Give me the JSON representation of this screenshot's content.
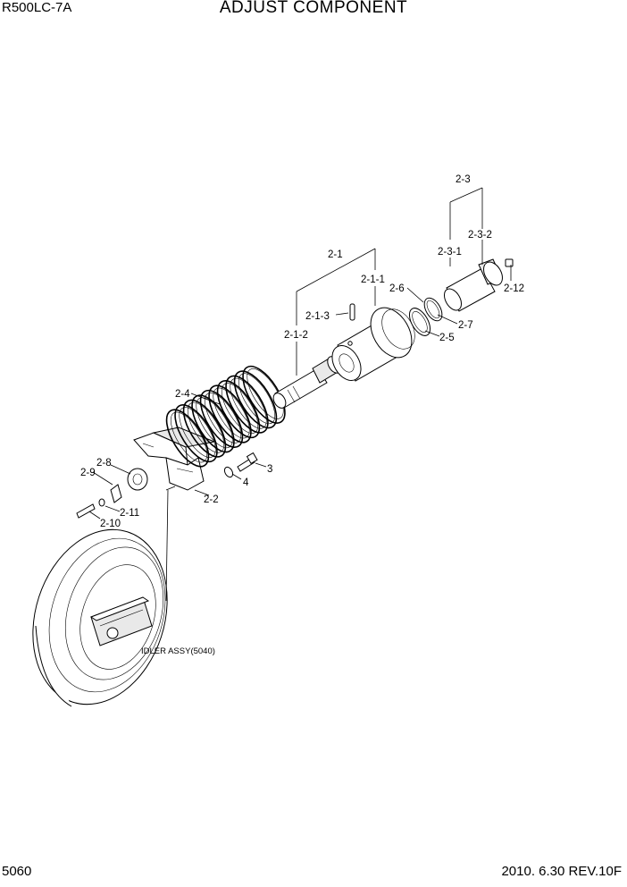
{
  "header": {
    "model": "R500LC-7A",
    "title": "ADJUST COMPONENT"
  },
  "footer": {
    "page_number": "5060",
    "revision": "2010. 6.30  REV.10F"
  },
  "callouts": {
    "c2_3": "2-3",
    "c2_3_2": "2-3-2",
    "c2_3_1": "2-3-1",
    "c2_12": "2-12",
    "c2_1": "2-1",
    "c2_1_1": "2-1-1",
    "c2_6": "2-6",
    "c2_7": "2-7",
    "c2_5": "2-5",
    "c2_1_3": "2-1-3",
    "c2_1_2": "2-1-2",
    "c2_4": "2-4",
    "c3": "3",
    "c4": "4",
    "c2_2": "2-2",
    "c2_8": "2-8",
    "c2_9": "2-9",
    "c2_11": "2-11",
    "c2_10": "2-10",
    "idler": "IDLER ASSY(5040)"
  }
}
